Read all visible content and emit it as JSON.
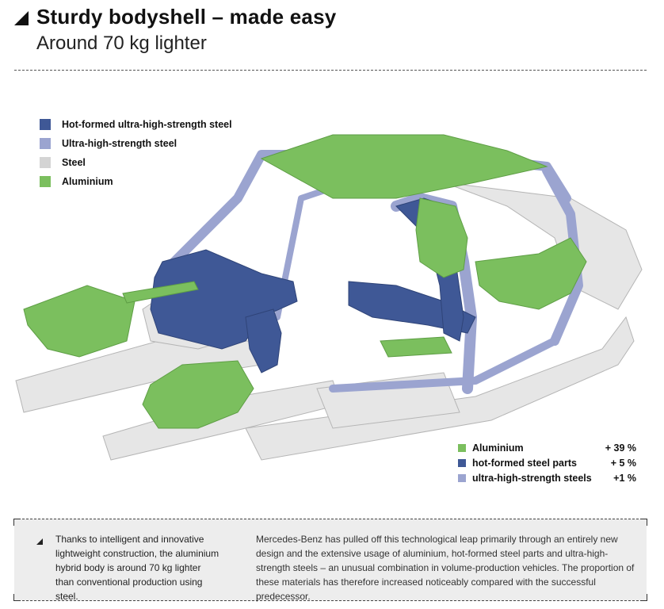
{
  "header": {
    "title": "Sturdy bodyshell – made easy",
    "subtitle": "Around 70 kg lighter"
  },
  "colors": {
    "hot_formed": "#3f5896",
    "ultra_high_strength": "#9ba4d0",
    "steel": "#d4d4d4",
    "aluminium": "#7bbf5e"
  },
  "legend": [
    {
      "label": "Hot-formed ultra-high-strength steel",
      "color": "#3f5896"
    },
    {
      "label": "Ultra-high-strength steel",
      "color": "#9ba4d0"
    },
    {
      "label": "Steel",
      "color": "#d4d4d4"
    },
    {
      "label": "Aluminium",
      "color": "#7bbf5e"
    }
  ],
  "stats": [
    {
      "label": "Aluminium",
      "value": "+ 39 %",
      "color": "#7bbf5e"
    },
    {
      "label": "hot-formed steel parts",
      "value": "+ 5 %",
      "color": "#3f5896"
    },
    {
      "label": "ultra-high-strength steels",
      "value": "+1 %",
      "color": "#9ba4d0"
    }
  ],
  "info": {
    "left": "Thanks to intelligent and innovative lightweight construction, the aluminium hybrid body is around 70 kg lighter than conventional production using steel.",
    "right": "Mercedes-Benz has pulled off this technological leap primarily through an entirely new design and the extensive usage of aluminium, hot-formed steel parts and ultra-high-strength steels – an unusual combination in volume-production vehicles. The proportion of these materials has therefore increased noticeably compared with the successful predecessor."
  }
}
